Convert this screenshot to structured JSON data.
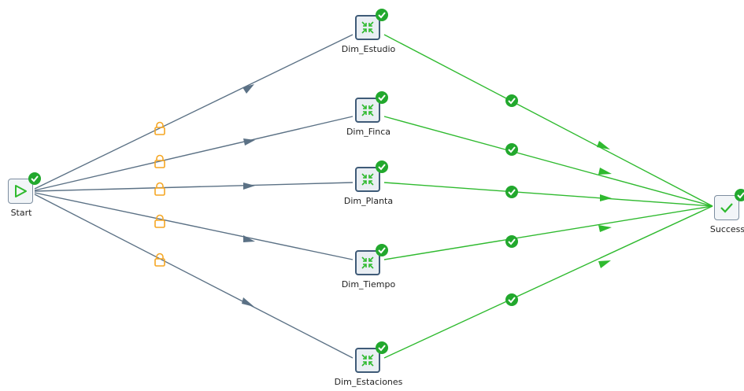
{
  "colors": {
    "hop_dark": "#5b7185",
    "hop_green": "#2fba2f",
    "lock": "#f5a623",
    "check": "#22a82d"
  },
  "nodes": {
    "start": {
      "label": "Start",
      "icon": "play-icon"
    },
    "dim_estudio": {
      "label": "Dim_Estudio",
      "icon": "transformation-icon"
    },
    "dim_finca": {
      "label": "Dim_Finca",
      "icon": "transformation-icon"
    },
    "dim_planta": {
      "label": "Dim_Planta",
      "icon": "transformation-icon"
    },
    "dim_tiempo": {
      "label": "Dim_Tiempo",
      "icon": "transformation-icon"
    },
    "dim_estaciones": {
      "label": "Dim_Estaciones",
      "icon": "transformation-icon"
    },
    "success": {
      "label": "Success",
      "icon": "checkmark-icon"
    }
  },
  "hops": [
    {
      "from": "start",
      "to": "dim_estudio",
      "type": "unconditional"
    },
    {
      "from": "start",
      "to": "dim_finca",
      "type": "unconditional"
    },
    {
      "from": "start",
      "to": "dim_planta",
      "type": "unconditional"
    },
    {
      "from": "start",
      "to": "dim_tiempo",
      "type": "unconditional"
    },
    {
      "from": "start",
      "to": "dim_estaciones",
      "type": "unconditional"
    },
    {
      "from": "dim_estudio",
      "to": "success",
      "type": "on-success"
    },
    {
      "from": "dim_finca",
      "to": "success",
      "type": "on-success"
    },
    {
      "from": "dim_planta",
      "to": "success",
      "type": "on-success"
    },
    {
      "from": "dim_tiempo",
      "to": "success",
      "type": "on-success"
    },
    {
      "from": "dim_estaciones",
      "to": "success",
      "type": "on-success"
    }
  ]
}
